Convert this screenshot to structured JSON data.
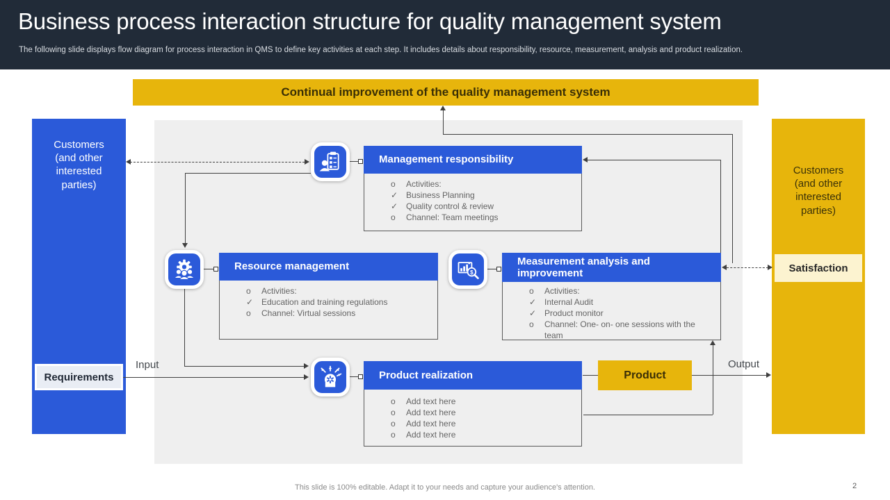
{
  "header": {
    "title": "Business process interaction structure for quality management system",
    "subtitle": "The following slide displays flow diagram for process interaction in QMS to define key activities at each step. It includes details about responsibility, resource, measurement, analysis and product realization."
  },
  "banner": {
    "label": "Continual improvement of the quality management system"
  },
  "left_panel": {
    "label": "Customers (and other interested parties)",
    "tag": "Requirements"
  },
  "right_panel": {
    "label": "Customers (and other interested parties)",
    "tag": "Satisfaction"
  },
  "labels": {
    "input": "Input",
    "output": "Output",
    "product": "Product"
  },
  "boxes": [
    {
      "title": "Management responsibility",
      "icon": "person-clipboard-icon",
      "items": [
        {
          "marker": "o",
          "text": "Activities:"
        },
        {
          "marker": "✓",
          "text": "Business Planning"
        },
        {
          "marker": "✓",
          "text": "Quality control & review"
        },
        {
          "marker": "o",
          "text": "Channel: Team meetings"
        }
      ]
    },
    {
      "title": "Resource management",
      "icon": "team-gear-icon",
      "items": [
        {
          "marker": "o",
          "text": "Activities:"
        },
        {
          "marker": "✓",
          "text": "Education and training regulations"
        },
        {
          "marker": "o",
          "text": "Channel: Virtual sessions"
        }
      ]
    },
    {
      "title": "Measurement analysis and improvement",
      "icon": "chart-magnifier-icon",
      "items": [
        {
          "marker": "o",
          "text": "Activities:"
        },
        {
          "marker": "✓",
          "text": "Internal Audit"
        },
        {
          "marker": "✓",
          "text": "Product monitor"
        },
        {
          "marker": "o",
          "text": "Channel: One- on- one sessions with the team"
        }
      ]
    },
    {
      "title": "Product realization",
      "icon": "idea-gear-icon",
      "items": [
        {
          "marker": "o",
          "text": "Add text here"
        },
        {
          "marker": "o",
          "text": "Add text here"
        },
        {
          "marker": "o",
          "text": "Add text here"
        },
        {
          "marker": "o",
          "text": "Add text here"
        }
      ]
    }
  ],
  "footer": {
    "note": "This slide is 100% editable. Adapt it to your needs and capture your audience's attention.",
    "page": "2"
  },
  "colors": {
    "accent_blue": "#2B5AD9",
    "accent_yellow": "#E7B50C",
    "header_dark": "#212B38",
    "panel_gray": "#EFEFEF",
    "cream": "#FCF3D0"
  }
}
